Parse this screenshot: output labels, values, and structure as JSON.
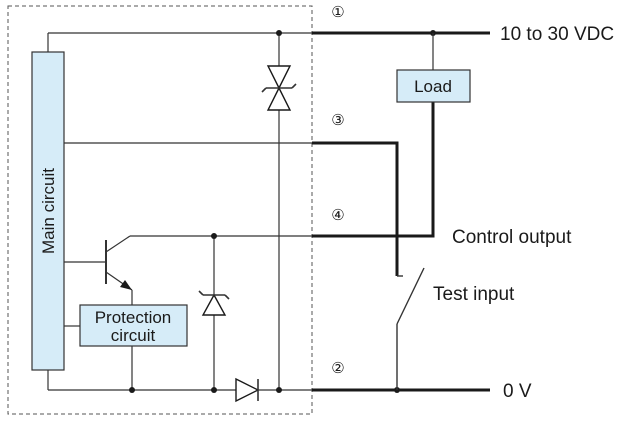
{
  "terminals": {
    "t1": "①",
    "t2": "②",
    "t3": "③",
    "t4": "④"
  },
  "labels": {
    "supply": "10 to 30 VDC",
    "ground": "0 V",
    "control_output": "Control output",
    "test_input": "Test input"
  },
  "blocks": {
    "main_circuit": "Main circuit",
    "load": "Load",
    "protection_line1": "Protection",
    "protection_line2": "circuit"
  },
  "colors": {
    "block_fill": "#d6ecf8",
    "line": "#333333"
  }
}
